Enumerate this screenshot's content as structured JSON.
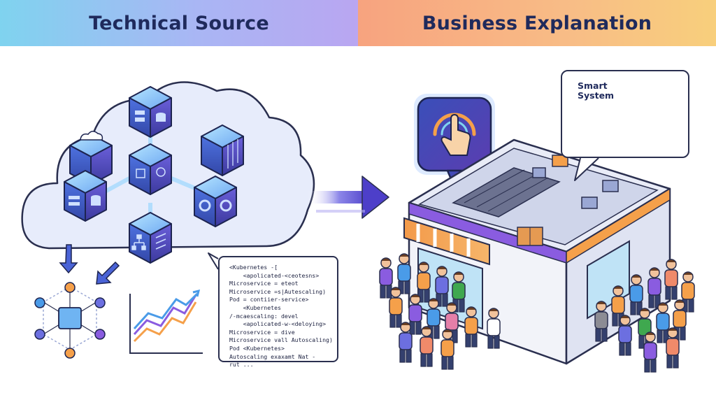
{
  "header": {
    "left_title": "Technical Source",
    "right_title": "Business Explanation"
  },
  "code_panel": {
    "lines": [
      "<Kubernetes -[",
      "    <apolicated-<ceotesns>",
      "Microservice = eteot",
      "Microservice =s|Autescaling)",
      "Pod = contiier-service>",
      "    <Kubernetes",
      "/-mcaescaling: devel",
      "    <apolicated-w-<deloying>",
      "Microservice = dive",
      "Microservice vall Autoscaling)",
      "Pod <Kubernetes>",
      "Autoscaling exaxamt Nat -",
      "rut ..."
    ]
  },
  "bubble": {
    "line1": "Smart",
    "line2": "System"
  },
  "colors": {
    "navy": "#1f2a5c",
    "cube_blue": "#4a63d6",
    "cloud": "#e6ecfb",
    "accent_orange": "#f5a04a",
    "accent_purple": "#8a5ce0",
    "green": "#3fa84f"
  },
  "icons": [
    "cloud-icon",
    "server-cube-icon",
    "database-icon",
    "gear-icon",
    "container-icon",
    "network-hub-icon",
    "line-chart-icon",
    "arrow-right-icon",
    "touch-gauge-icon",
    "shop-icon",
    "growth-arrow-icon",
    "person-icon"
  ]
}
